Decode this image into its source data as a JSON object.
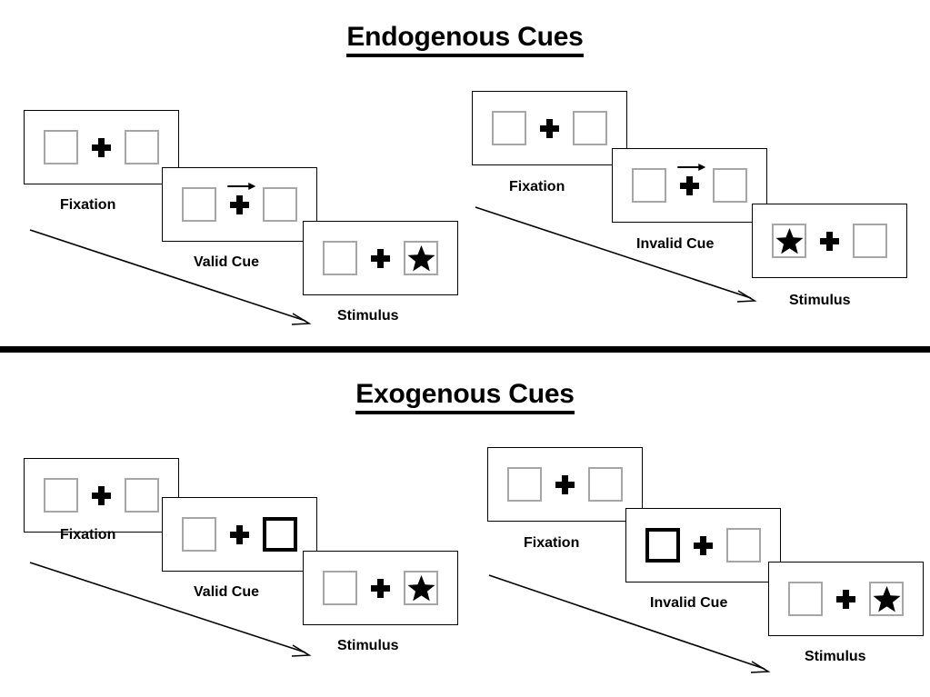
{
  "figure": {
    "sections": [
      {
        "id": "endogenous",
        "title": "Endogenous Cues",
        "groups": [
          {
            "id": "endogenous-valid",
            "frames": [
              {
                "label": "Fixation",
                "cue": "none",
                "left_box": "empty",
                "right_box": "empty"
              },
              {
                "label": "Valid Cue",
                "cue": "arrow-right",
                "left_box": "empty",
                "right_box": "empty"
              },
              {
                "label": "Stimulus",
                "cue": "none",
                "left_box": "empty",
                "right_box": "star"
              }
            ]
          },
          {
            "id": "endogenous-invalid",
            "frames": [
              {
                "label": "Fixation",
                "cue": "none",
                "left_box": "empty",
                "right_box": "empty"
              },
              {
                "label": "Invalid Cue",
                "cue": "arrow-right",
                "left_box": "empty",
                "right_box": "empty"
              },
              {
                "label": "Stimulus",
                "cue": "none",
                "left_box": "star",
                "right_box": "empty"
              }
            ]
          }
        ]
      },
      {
        "id": "exogenous",
        "title": "Exogenous Cues",
        "groups": [
          {
            "id": "exogenous-valid",
            "frames": [
              {
                "label": "Fixation",
                "cue": "none",
                "left_box": "empty",
                "right_box": "empty"
              },
              {
                "label": "Valid Cue",
                "cue": "none",
                "left_box": "empty",
                "right_box": "highlight"
              },
              {
                "label": "Stimulus",
                "cue": "none",
                "left_box": "empty",
                "right_box": "star"
              }
            ]
          },
          {
            "id": "exogenous-invalid",
            "frames": [
              {
                "label": "Fixation",
                "cue": "none",
                "left_box": "empty",
                "right_box": "empty"
              },
              {
                "label": "Invalid Cue",
                "cue": "none",
                "left_box": "highlight",
                "right_box": "empty"
              },
              {
                "label": "Stimulus",
                "cue": "none",
                "left_box": "empty",
                "right_box": "star"
              }
            ]
          }
        ]
      }
    ]
  },
  "colors": {
    "background": "#ffffff",
    "ink": "#000000",
    "box_border": "#a6a6a6",
    "panel_border": "#000000"
  }
}
